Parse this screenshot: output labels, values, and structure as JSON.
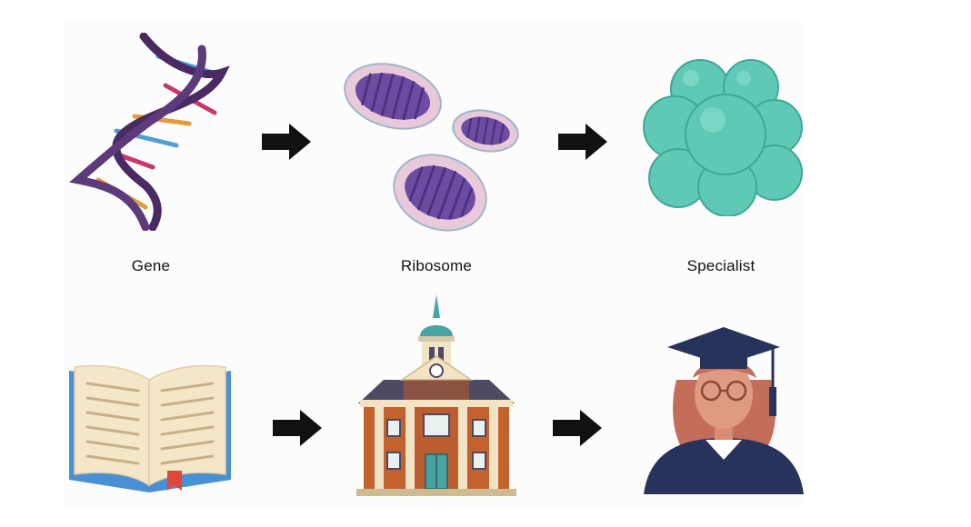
{
  "top_row": {
    "labels": [
      "Gene",
      "Ribosome",
      "Specialist"
    ]
  },
  "bottom_row": {
    "labels": []
  },
  "colors": {
    "dna_strand": "#4a2a63",
    "dna_bar_blue": "#4f9fd6",
    "dna_bar_pink": "#c8386f",
    "dna_bar_orange": "#e59a3b",
    "ribosome_fill": "#e8c9da",
    "ribosome_inner": "#6e4ba3",
    "cell_cluster": "#5fc9b6",
    "book_cover": "#4a90d4",
    "book_page": "#f5e6c8",
    "bookmark": "#e0473a",
    "building_brick": "#c4622e",
    "building_roof": "#4d4a63",
    "tower_teal": "#4aa3a3",
    "gown": "#27335a",
    "hair": "#c36e5a",
    "arrow": "#111111"
  },
  "icons": {
    "row1": [
      "dna-icon",
      "ribosome-icon",
      "cell-cluster-icon"
    ],
    "row2": [
      "open-book-icon",
      "university-building-icon",
      "graduate-icon"
    ],
    "arrows": [
      "arrow-right-icon",
      "arrow-right-icon",
      "arrow-right-icon",
      "arrow-right-icon"
    ]
  }
}
